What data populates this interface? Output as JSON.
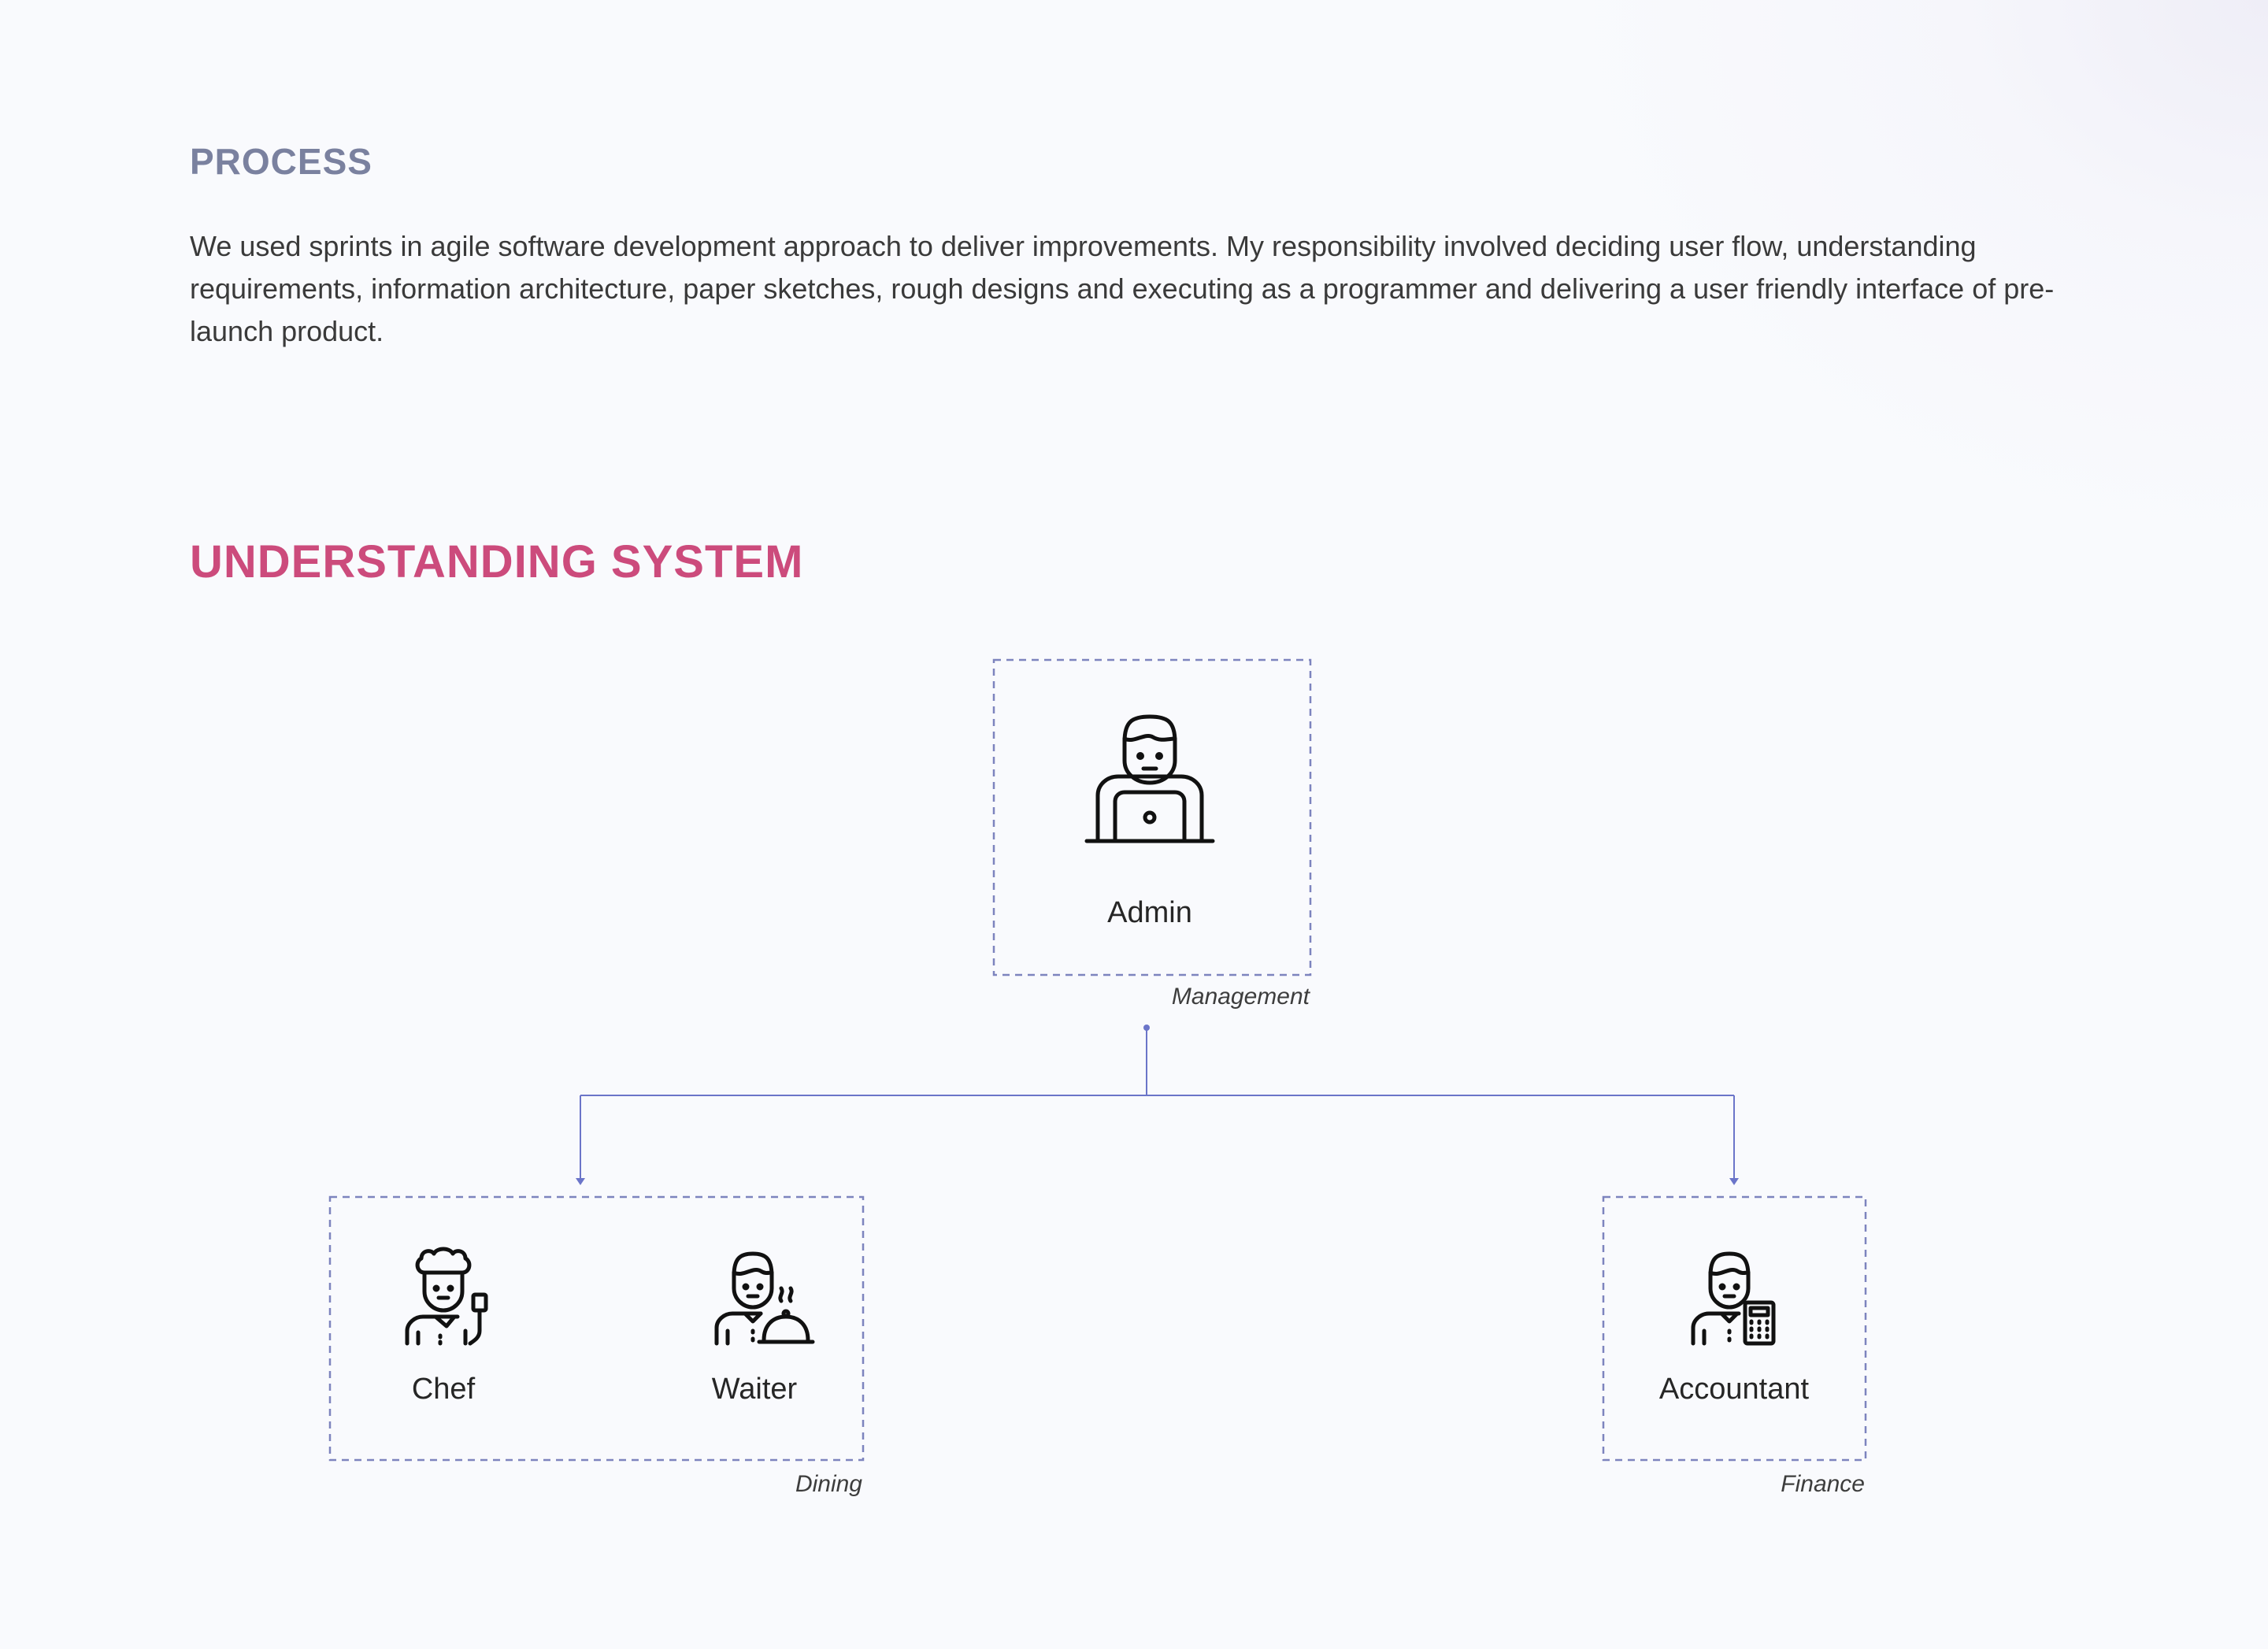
{
  "process": {
    "heading": "PROCESS",
    "body": "We used sprints in agile software development approach to deliver improvements. My responsibility involved deciding user flow, understanding requirements, information architecture, paper sketches, rough designs and executing as a programmer and delivering a user friendly interface of pre-launch product."
  },
  "understanding": {
    "heading": "UNDERSTANDING SYSTEM"
  },
  "diagram": {
    "groups": {
      "management": {
        "label": "Management",
        "nodes": [
          {
            "label": "Admin",
            "icon": "admin-laptop-icon"
          }
        ]
      },
      "dining": {
        "label": "Dining",
        "nodes": [
          {
            "label": "Chef",
            "icon": "chef-icon"
          },
          {
            "label": "Waiter",
            "icon": "waiter-icon"
          }
        ]
      },
      "finance": {
        "label": "Finance",
        "nodes": [
          {
            "label": "Accountant",
            "icon": "accountant-icon"
          }
        ]
      }
    },
    "connections": [
      {
        "from": "Management",
        "to": "Dining"
      },
      {
        "from": "Management",
        "to": "Finance"
      }
    ]
  },
  "colors": {
    "process_heading": "#7a819f",
    "section_heading": "#cc4b7c",
    "connector": "#6b75c9",
    "box_border": "#7d84be"
  }
}
